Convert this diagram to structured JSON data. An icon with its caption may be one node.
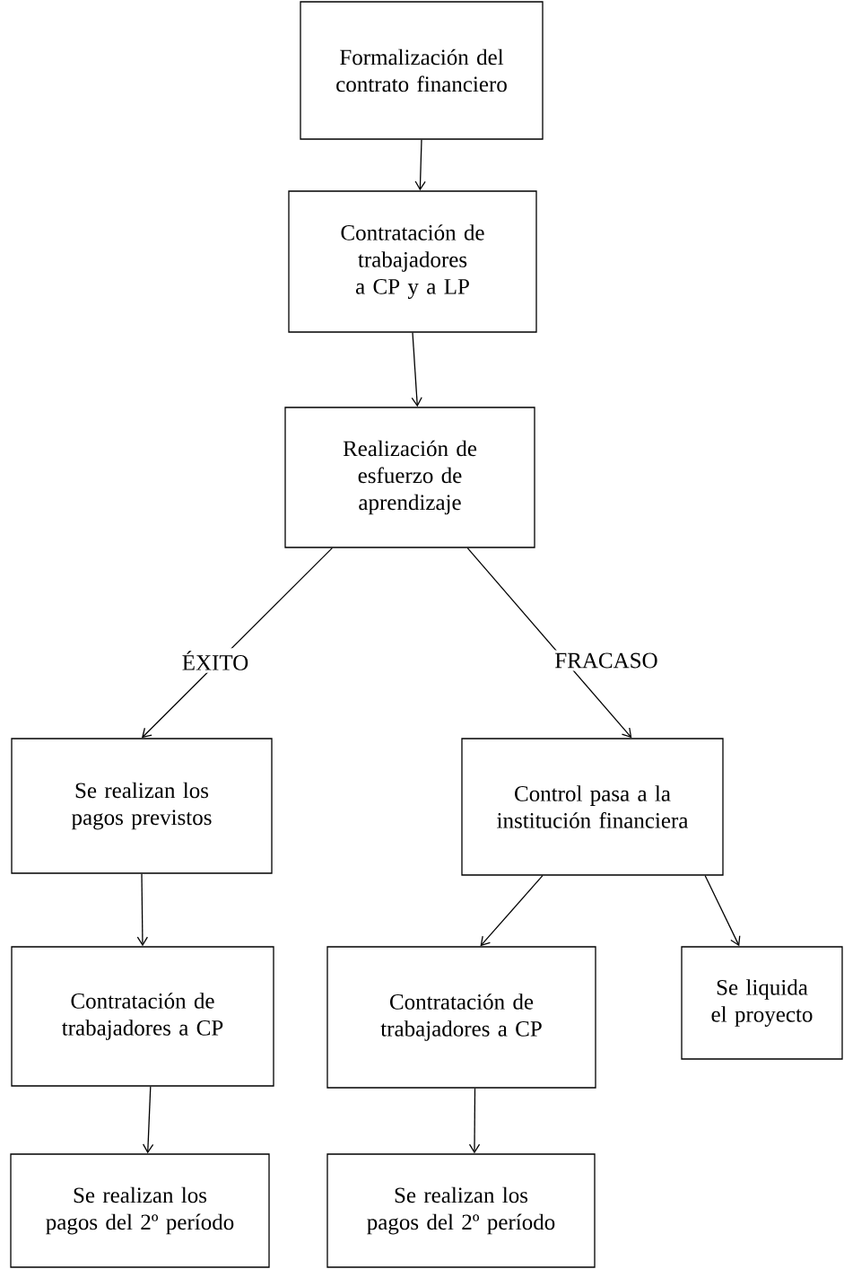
{
  "diagram": {
    "nodes": [
      {
        "text": [
          "Formalización del contrato financiero"
        ]
      },
      {
        "text": [
          "Contratación de trabajadores a CP y a LP"
        ]
      },
      {
        "text": [
          "Realización de esfuerzo de aprendizaje"
        ]
      },
      {
        "text": [
          "Se realizan los pagos previstos"
        ]
      },
      {
        "text": [
          "Control pasa a la institución financiera"
        ]
      },
      {
        "text": [
          "Contratación de trabajadores a CP"
        ]
      },
      {
        "text": [
          "Contratación de trabajadores a CP"
        ]
      },
      {
        "text": [
          "Se liquida el proyecto"
        ]
      },
      {
        "text": [
          "Se realizan los pagos del 2º período"
        ]
      },
      {
        "text": [
          "Se realizan los pagos del 2º período"
        ]
      }
    ],
    "edges": [
      {
        "from": 0,
        "to": 1,
        "arrow": "to"
      },
      {
        "from": 1,
        "to": 2,
        "arrow": "to"
      },
      {
        "from": 2,
        "to": 3,
        "arrow": "to",
        "label": "ÉXITO"
      },
      {
        "from": 2,
        "to": 4,
        "arrow": "to",
        "label": "FRACASO"
      },
      {
        "from": 3,
        "to": 5,
        "arrow": "to"
      },
      {
        "from": 4,
        "to": 6,
        "arrow": "to"
      },
      {
        "from": 4,
        "to": 7,
        "arrow": "to"
      },
      {
        "from": 5,
        "to": 8,
        "arrow": "to"
      },
      {
        "from": 6,
        "to": 9,
        "arrow": "to"
      }
    ]
  }
}
